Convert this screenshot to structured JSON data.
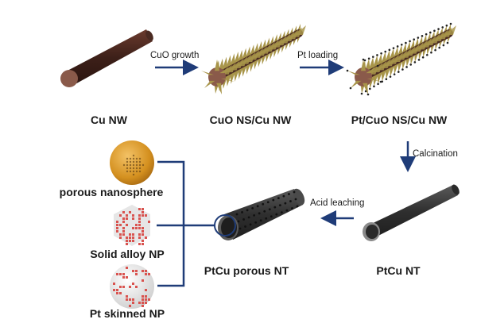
{
  "figure": {
    "colors": {
      "arrow": "#1f3c78",
      "cu_wire": "#4a2a22",
      "cu_end": "#8a5a4a",
      "cuo_spikes": "#a8954a",
      "nanotube": "#3a3a3a",
      "porous_sphere": "#d9962a",
      "alloy_red": "#d9534f",
      "alloy_white": "#e6e6e6"
    },
    "top_row": {
      "labels": [
        "Cu NW",
        "CuO NS/Cu NW",
        "Pt/CuO NS/Cu NW"
      ],
      "steps": [
        "CuO growth",
        "Pt loading"
      ]
    },
    "side_step": "Calcination",
    "bottom_row": {
      "labels": [
        "PtCu NT",
        "PtCu porous NT"
      ],
      "step": "Acid leaching"
    },
    "nanoparticles": [
      {
        "label": "porous nanosphere",
        "type": "sphere"
      },
      {
        "label": "Solid alloy NP",
        "type": "hexagon"
      },
      {
        "label": "Pt skinned NP",
        "type": "sphere-skinned"
      }
    ]
  }
}
